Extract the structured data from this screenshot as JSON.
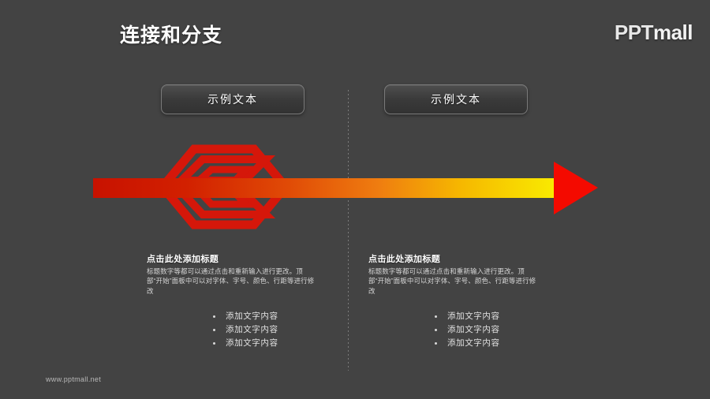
{
  "header": {
    "title": "连接和分支",
    "brand_ppt": "PPT",
    "brand_mall": "mall"
  },
  "theme": {
    "background": "#434343",
    "accent_red": "#d91a0a",
    "accent_orange": "#f07a12",
    "accent_yellow": "#f5e400",
    "text_primary": "#ffffff",
    "text_secondary": "#d6d6d6",
    "divider": "#8e8e8e"
  },
  "pills": [
    {
      "label": "示例文本"
    },
    {
      "label": "示例文本"
    }
  ],
  "graphic": {
    "name": "hexagon-arrow-diagram",
    "arrow_label": "gradient-arrow-right",
    "hex_label": "nested-hexagon-outlines"
  },
  "columns": [
    {
      "heading": "点击此处添加标题",
      "body": "标题数字等都可以通过点击和重新输入进行更改。顶部“开始”面板中可以对字体、字号、颜色、行距等进行修改",
      "bullets": [
        "添加文字内容",
        "添加文字内容",
        "添加文字内容"
      ]
    },
    {
      "heading": "点击此处添加标题",
      "body": "标题数字等都可以通过点击和重新输入进行更改。顶部“开始”面板中可以对字体、字号、颜色、行距等进行修改",
      "bullets": [
        "添加文字内容",
        "添加文字内容",
        "添加文字内容"
      ]
    }
  ],
  "footer": {
    "url": "www.pptmall.net"
  }
}
